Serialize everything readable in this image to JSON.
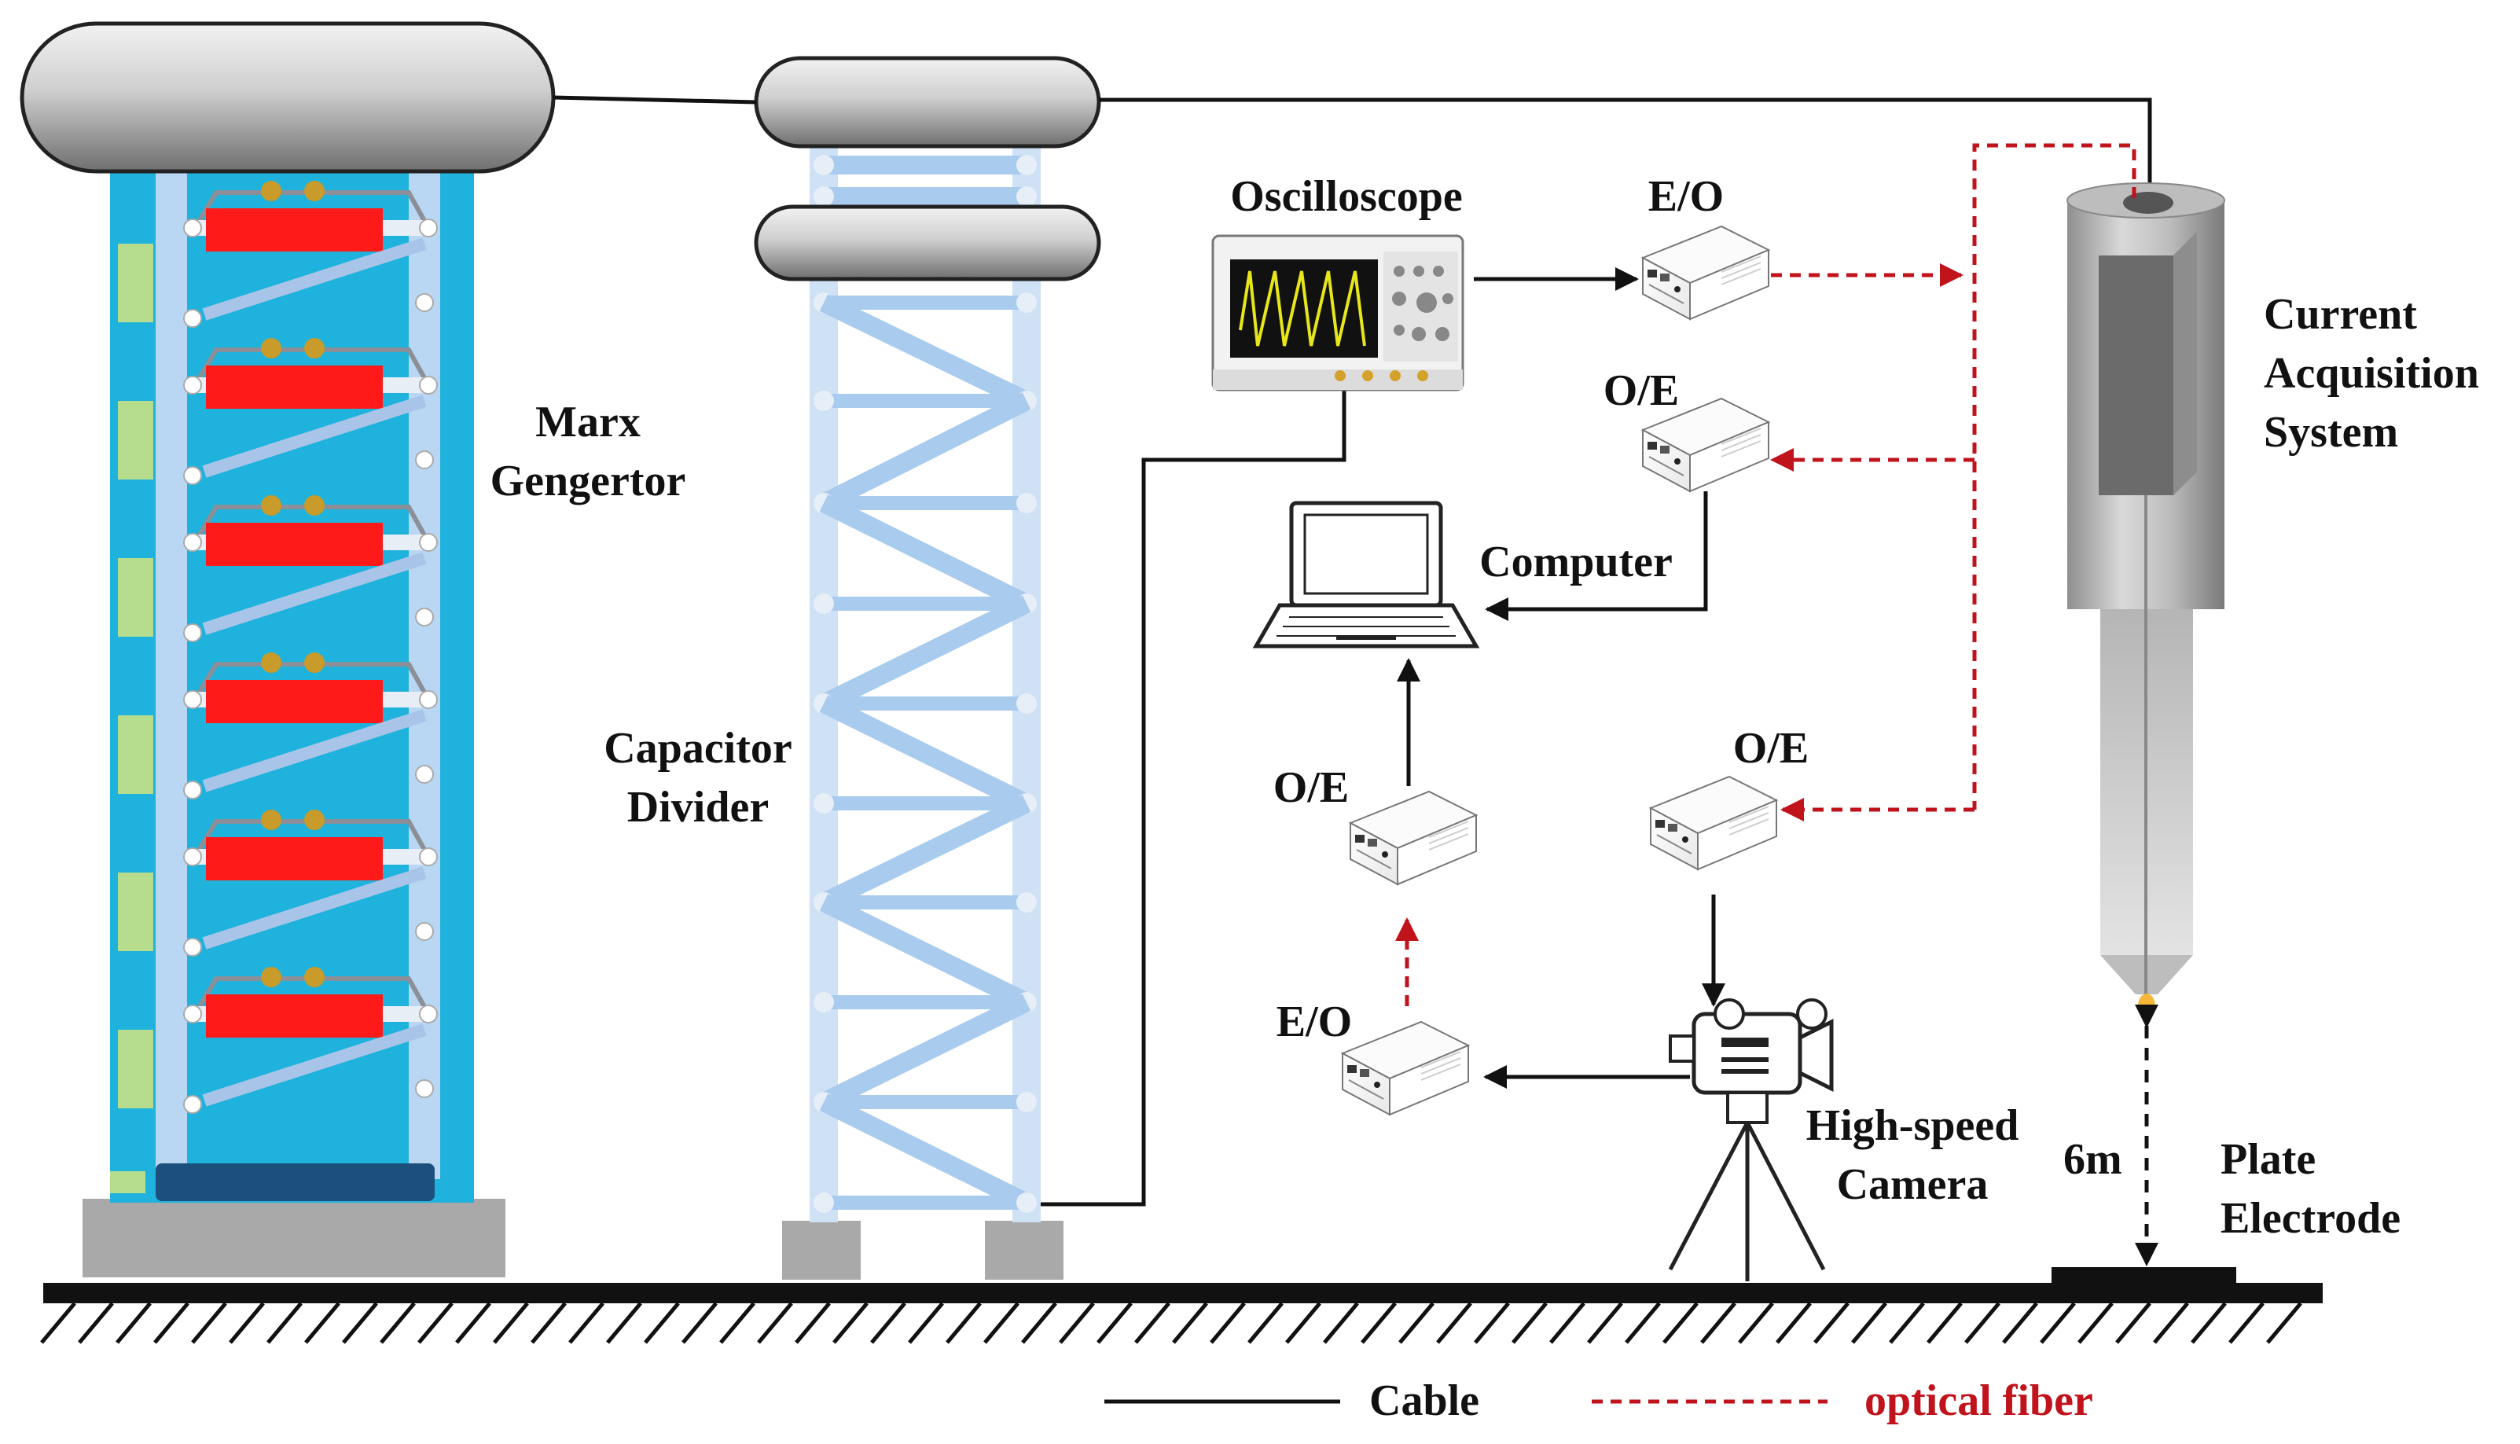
{
  "labels": {
    "marx_line1": "Marx",
    "marx_line2": "Gengertor",
    "divider_line1": "Capacitor",
    "divider_line2": "Divider",
    "oscilloscope": "Oscilloscope",
    "computer": "Computer",
    "eo_top": "E/O",
    "oe_top": "O/E",
    "oe_left": "O/E",
    "oe_right": "O/E",
    "eo_bottom": "E/O",
    "camera_line1": "High-speed",
    "camera_line2": "Camera",
    "cas_line1": "Current",
    "cas_line2": "Acquisition",
    "cas_line3": "System",
    "distance": "6m",
    "plate_line1": "Plate",
    "plate_line2": "Electrode"
  },
  "legend": {
    "cable": "Cable",
    "fiber": "optical fiber"
  },
  "colors": {
    "cable": "#111111",
    "fiber": "#c0131c",
    "marx_frame": "#1eb2dc",
    "capacitor": "#ff1a1a",
    "divider": "#a9cbee",
    "bulb_gold": "#c89b2a",
    "tip": "#f4b738"
  }
}
